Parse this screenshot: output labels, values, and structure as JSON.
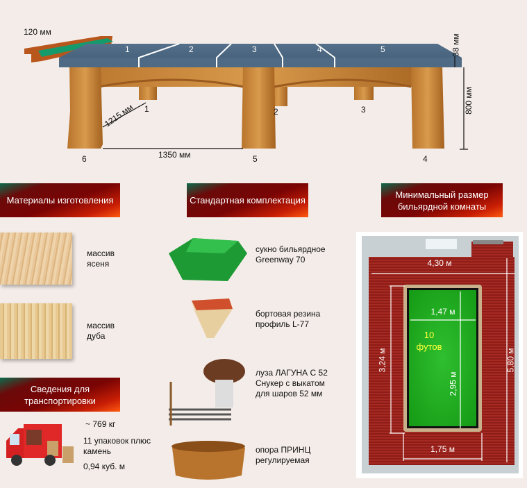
{
  "table_diagram": {
    "rail_width": "120 мм",
    "slate_thickness": "38 мм",
    "height": "800 мм",
    "diagonal": "1215 мм",
    "leg_spacing": "1350 мм",
    "slate_numbers": [
      "1",
      "2",
      "3",
      "4",
      "5"
    ],
    "leg_numbers": [
      "1",
      "2",
      "3",
      "4",
      "5",
      "6"
    ]
  },
  "sections": {
    "materials": {
      "title": "Материалы изготовления",
      "items": [
        {
          "label": "массив ясеня"
        },
        {
          "label": "массив дуба"
        }
      ]
    },
    "standard_kit": {
      "title": "Стандартная комплектация",
      "items": [
        {
          "label": "сукно бильярдное Greenway 70"
        },
        {
          "label": "бортовая резина профиль L-77"
        },
        {
          "label": "луза ЛАГУНА С 52 Снукер с выкатом для шаров 52 мм"
        },
        {
          "label": "опора ПРИНЦ регулируемая"
        }
      ]
    },
    "room": {
      "title": "Минимальный размер бильярдной комнаты",
      "room_width": "4,30 м",
      "room_length": "5,80 м",
      "table_outer_length": "3,24 м",
      "table_outer_width": "1,75 м",
      "play_width": "1,47 м",
      "play_length": "2,95 м",
      "size_number": "10",
      "size_unit": "футов"
    },
    "transport": {
      "title": "Сведения для транспортировки",
      "weight": "~ 769 кг",
      "packages": "11 упаковок плюс камень",
      "volume": "0,94 куб. м"
    }
  }
}
